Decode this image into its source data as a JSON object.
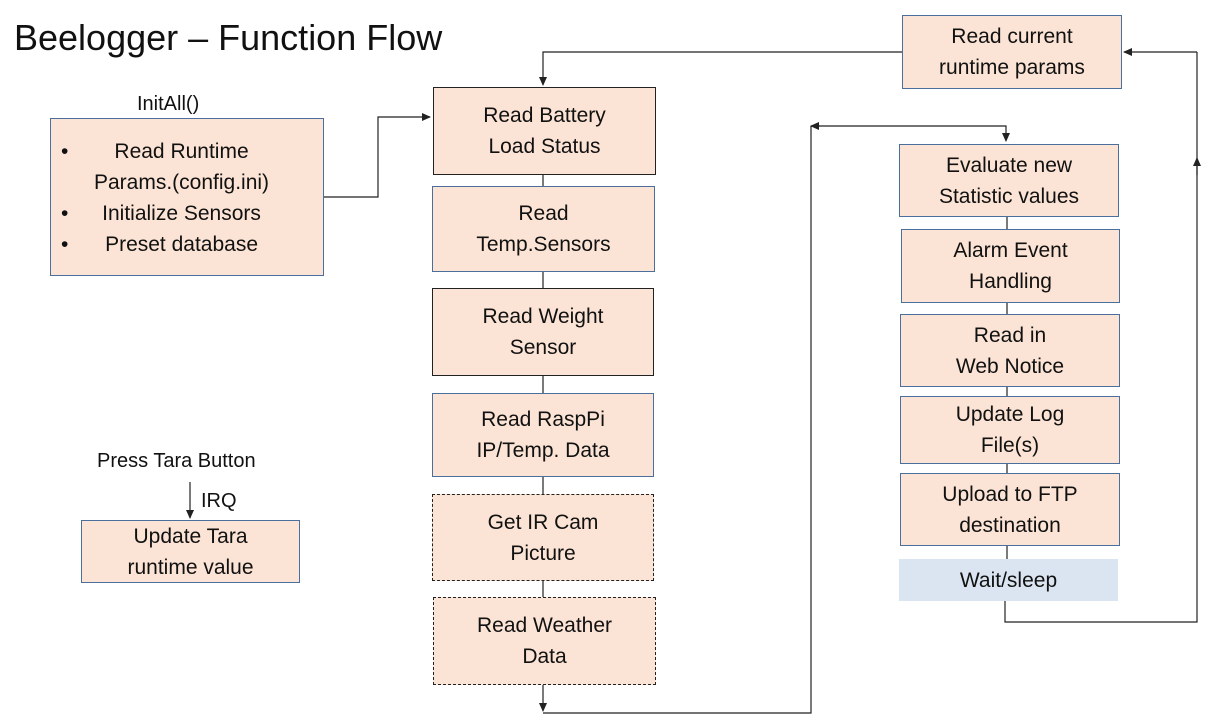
{
  "title": "Beelogger – Function Flow",
  "init": {
    "label": "InitAll()",
    "items": [
      "Read Runtime Params.(config.ini)",
      "Initialize Sensors",
      "Preset database"
    ],
    "items_display": [
      [
        "Read Runtime",
        "Params.(config.ini)"
      ],
      [
        "Initialize Sensors"
      ],
      [
        "Preset database"
      ]
    ],
    "bullet": "•"
  },
  "tara": {
    "press_label": "Press Tara Button",
    "irq_label": "IRQ",
    "box": [
      "Update Tara",
      "runtime value"
    ]
  },
  "center_steps": [
    [
      "Read Battery",
      "Load Status"
    ],
    [
      "Read",
      "Temp.Sensors"
    ],
    [
      "Read Weight",
      "Sensor"
    ],
    [
      "Read RaspPi",
      "IP/Temp. Data"
    ],
    [
      "Get IR Cam",
      "Picture"
    ],
    [
      "Read Weather",
      "Data"
    ]
  ],
  "right_steps": [
    [
      "Evaluate new",
      "Statistic values"
    ],
    [
      "Alarm Event",
      "Handling"
    ],
    [
      "Read in",
      "Web Notice"
    ],
    [
      "Update Log",
      "File(s)"
    ],
    [
      "Upload to FTP",
      "destination"
    ],
    [
      "Wait/sleep"
    ]
  ],
  "runtime_box": [
    "Read current",
    "runtime params"
  ],
  "colors": {
    "box_fill": "#fbe4d5",
    "box_border": "#4a6f9c",
    "wait_fill": "#dbe5f1",
    "line": "#222222"
  }
}
